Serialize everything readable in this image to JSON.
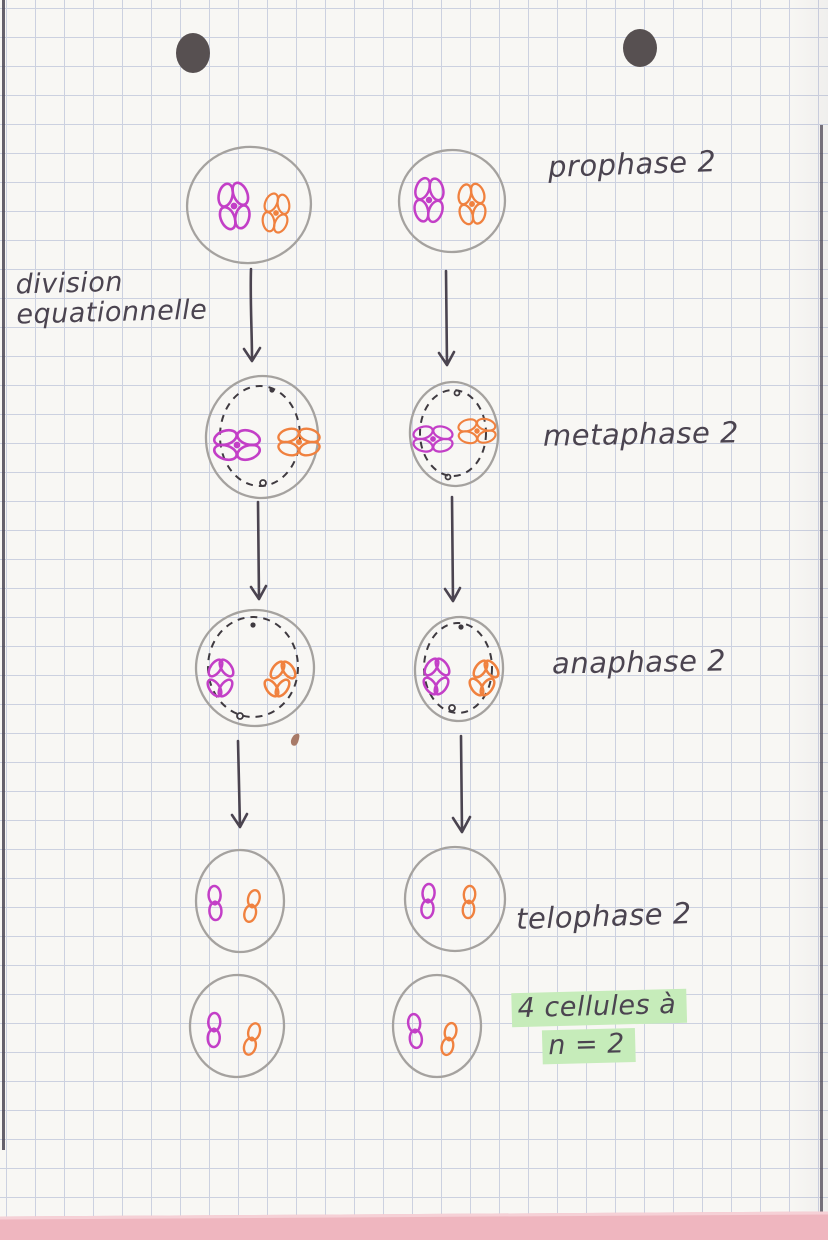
{
  "document": {
    "kind": "handwritten biology notes — meiosis II (equational division)",
    "side_note": {
      "line1": "division",
      "line2": "equationnelle"
    },
    "stage_labels": {
      "prophase": "prophase 2",
      "metaphase": "metaphase 2",
      "anaphase": "anaphase 2",
      "telophase": "telophase 2"
    },
    "result_note": {
      "line1": "4 cellules à",
      "line2": "n = 2"
    }
  },
  "figure": {
    "columns": 2,
    "rows": [
      {
        "stage": "prophase 2",
        "cells": 2,
        "content_per_cell": [
          "1 magenta X chromosome",
          "1 orange X chromosome"
        ]
      },
      {
        "stage": "metaphase 2",
        "cells": 2,
        "spindle": "dashed ellipse with polar dots",
        "content_per_cell": [
          "magenta X on metaphase plate (left)",
          "orange X on metaphase plate (right)"
        ]
      },
      {
        "stage": "anaphase 2",
        "cells": 2,
        "spindle": "dashed ellipse with polar dots",
        "content_per_cell": [
          "2 magenta V chromatids separating",
          "2 orange V chromatids separating"
        ]
      },
      {
        "stage": "telophase 2",
        "cells": 2,
        "content_per_cell": [
          "1 magenta chromosome",
          "1 orange chromosome"
        ]
      },
      {
        "stage": "4 cellules à n = 2",
        "cells": 2,
        "content_per_cell": [
          "1 magenta chromosome",
          "1 orange chromosome"
        ]
      }
    ],
    "arrow_count": 6,
    "arrow_direction": "down"
  },
  "icons": {
    "hole-punch": "filled dark ellipse",
    "down-arrow": "hand-drawn vertical line with V head",
    "chromosome-x": "four-lobe X/butterfly shape",
    "chromatid-v": "two-lobe V shape",
    "chromosome-8": "vertical figure-eight loop",
    "spindle": "dashed ellipse with polar dots"
  },
  "colors": {
    "paper": "#f8f7f4",
    "grid_line": "#ccd1e0",
    "ink": "#4b4450",
    "cell_outline": "#a5a29f",
    "chromosome_magenta": "#c33fc7",
    "chromosome_orange": "#f0813f",
    "highlight_green": "#c6ecba",
    "hole_punch": "#575051",
    "margin_edge": "#4b4653",
    "bottom_strip_pink": "#efb6bf",
    "speck_brown": "#a87a68"
  }
}
